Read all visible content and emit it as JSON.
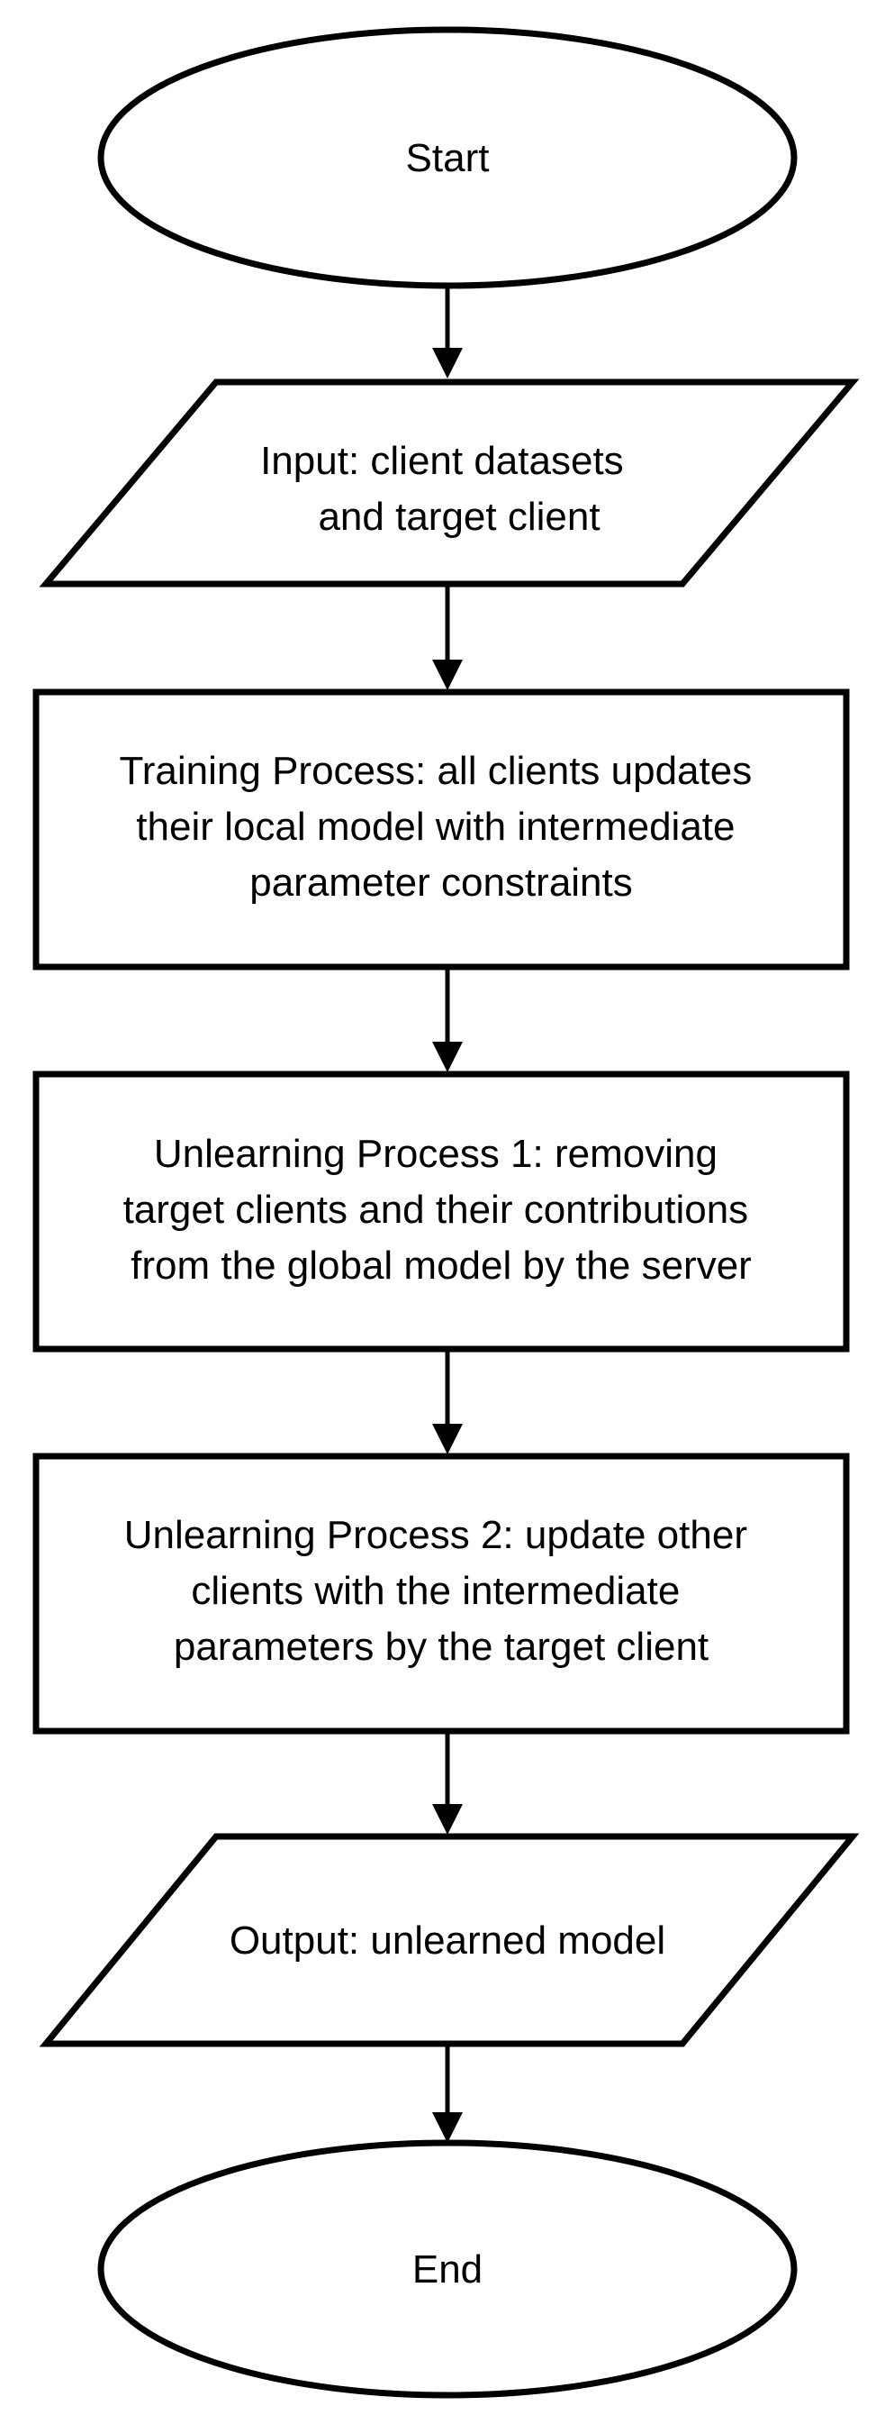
{
  "nodes": {
    "start": {
      "lines": [
        "Start"
      ]
    },
    "input": {
      "lines": [
        "Input: client datasets",
        "and target client"
      ]
    },
    "training": {
      "lines": [
        "Training Process:  all clients updates",
        "their local model with intermediate",
        "parameter constraints"
      ]
    },
    "unlearning1": {
      "lines": [
        "Unlearning Process 1: removing",
        "target clients and their contributions",
        "from the global model by the server"
      ]
    },
    "unlearning2": {
      "lines": [
        "Unlearning Process 2: update other",
        "clients with the intermediate",
        "parameters by the target client"
      ]
    },
    "output": {
      "lines": [
        "Output: unlearned model"
      ]
    },
    "end": {
      "lines": [
        "End"
      ]
    }
  }
}
